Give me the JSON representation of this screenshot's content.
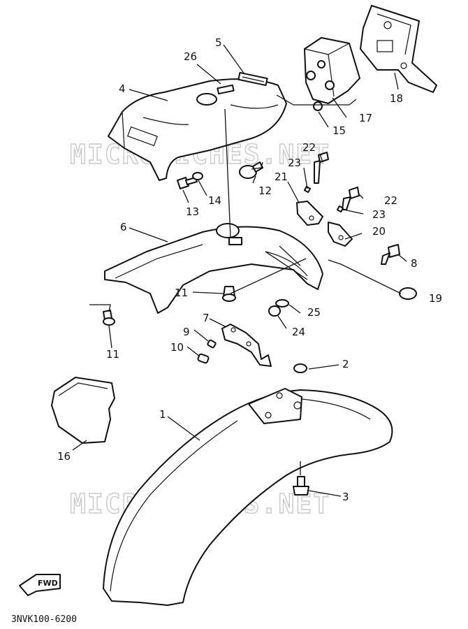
{
  "diagram": {
    "watermark": "MICROFICHES.NET",
    "drawing_code": "3NVK100-6200",
    "direction_label": "FWD",
    "callouts": {
      "c1": "1",
      "c2": "2",
      "c3": "3",
      "c4": "4",
      "c5": "5",
      "c6": "6",
      "c7": "7",
      "c8": "8",
      "c9": "9",
      "c10": "10",
      "c11a": "11",
      "c11b": "11",
      "c12": "12",
      "c13": "13",
      "c14": "14",
      "c15": "15",
      "c16": "16",
      "c17": "17",
      "c18": "18",
      "c19": "19",
      "c20": "20",
      "c21": "21",
      "c22a": "22",
      "c22b": "22",
      "c23a": "23",
      "c23b": "23",
      "c24": "24",
      "c25": "25",
      "c26": "26"
    }
  }
}
